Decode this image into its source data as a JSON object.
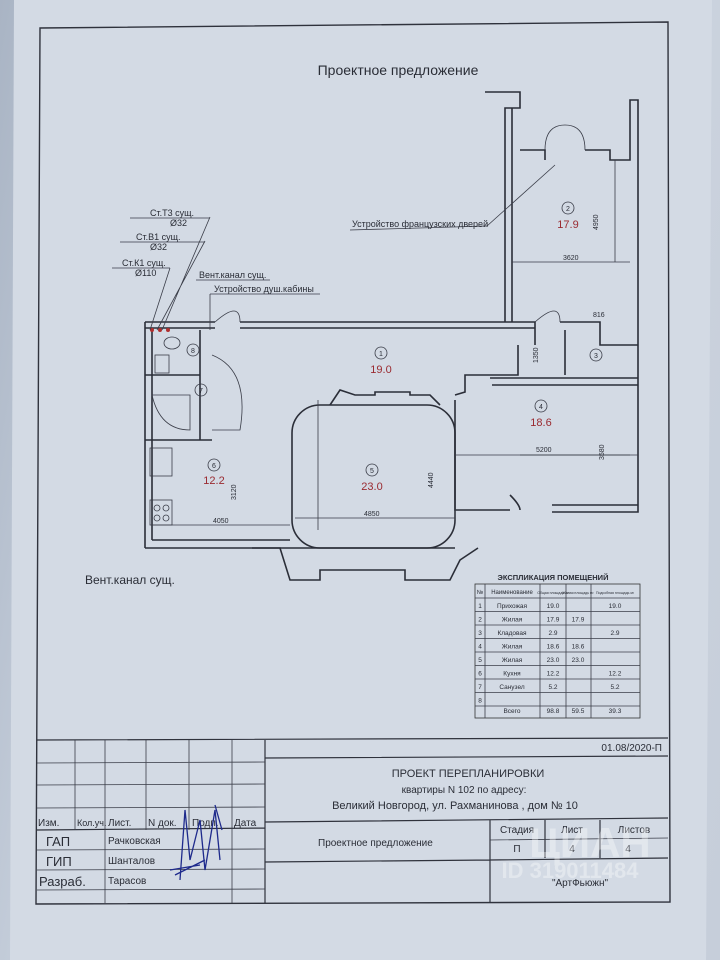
{
  "drawing": {
    "title": "Проектное предложение",
    "annotations": {
      "french_doors": "Устройство французских дверей",
      "st_t3": "Ст.Т3 сущ.",
      "st_t3_d": "Ø32",
      "st_b1": "Ст.В1 сущ.",
      "st_b1_d": "Ø32",
      "st_k1": "Ст.К1 сущ.",
      "st_k1_d": "Ø110",
      "vent_top": "Вент.канал сущ.",
      "shower": "Устройство душ.кабины",
      "vent_bottom": "Вент.канал сущ."
    },
    "rooms": [
      {
        "num": "1",
        "area": "19.0"
      },
      {
        "num": "2",
        "area": "17.9"
      },
      {
        "num": "3",
        "area": ""
      },
      {
        "num": "4",
        "area": "18.6"
      },
      {
        "num": "5",
        "area": "23.0"
      },
      {
        "num": "6",
        "area": "12.2"
      },
      {
        "num": "7",
        "area": ""
      },
      {
        "num": "8",
        "area": ""
      }
    ],
    "dimensions": {
      "d4950": "4950",
      "d3620": "3620",
      "d816": "816",
      "d1350": "1350",
      "d3580": "3580",
      "d5200": "5200",
      "d4440": "4440",
      "d4850": "4850",
      "d4050": "4050",
      "d3120": "3120"
    }
  },
  "explication": {
    "title": "ЭКСПЛИКАЦИЯ ПОМЕЩЕНИЙ",
    "headers": [
      "№",
      "Наименование",
      "Общая площадь м²",
      "Жилая площадь м²",
      "Подсобная площадь м²"
    ],
    "rows": [
      [
        "1",
        "Прихожая",
        "19.0",
        "",
        "19.0"
      ],
      [
        "2",
        "Жилая",
        "17.9",
        "17.9",
        ""
      ],
      [
        "3",
        "Кладовая",
        "2.9",
        "",
        "2.9"
      ],
      [
        "4",
        "Жилая",
        "18.6",
        "18.6",
        ""
      ],
      [
        "5",
        "Жилая",
        "23.0",
        "23.0",
        ""
      ],
      [
        "6",
        "Кухня",
        "12.2",
        "",
        "12.2"
      ],
      [
        "7",
        "Санузел",
        "5.2",
        "",
        "5.2"
      ],
      [
        "8",
        "",
        "",
        "",
        ""
      ]
    ],
    "total": [
      "",
      "Всего",
      "98.8",
      "59.5",
      "39.3"
    ]
  },
  "title_block": {
    "code": "01.08/2020-П",
    "project_line1": "ПРОЕКТ ПЕРЕПЛАНИРОВКИ",
    "project_line2": "квартиры N 102 по адресу:",
    "project_line3": "Великий Новгород, ул. Рахманинова , дом № 10",
    "col_headers": [
      "Изм.",
      "Кол.уч.",
      "Лист.",
      "N док.",
      "Подп.",
      "Дата"
    ],
    "people": [
      {
        "role": "ГАП",
        "name": "Рачковская"
      },
      {
        "role": "ГИП",
        "name": "Шанталов"
      },
      {
        "role": "Разраб.",
        "name": "Тарасов"
      }
    ],
    "sheet_title": "Проектное предложение",
    "stage_label": "Стадия",
    "sheet_label": "Лист",
    "sheets_label": "Листов",
    "stage": "П",
    "sheet": "4",
    "sheets": "4",
    "company": "\"АртФьюжн\""
  },
  "watermark": {
    "brand": "ЦИАН",
    "id": "ID 319011484"
  }
}
